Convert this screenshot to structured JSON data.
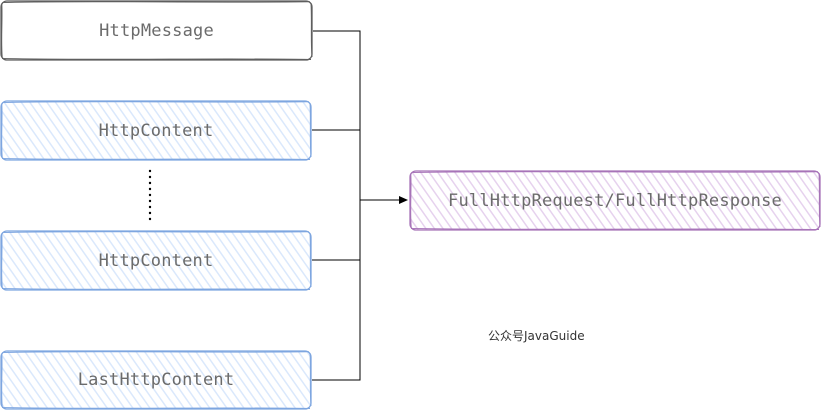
{
  "nodes": {
    "http_message": "HttpMessage",
    "http_content_1": "HttpContent",
    "http_content_2": "HttpContent",
    "last_http_content": "LastHttpContent",
    "full_http": "FullHttpRequest/FullHttpResponse"
  },
  "watermark": "公众号JavaGuide",
  "colors": {
    "gray_box": "#5f5f5f",
    "blue_box": "#7ea6e0",
    "blue_fill": "#dae8fc",
    "purple_box": "#a774b8",
    "purple_fill": "#e9d7f0",
    "connector": "#000000"
  }
}
